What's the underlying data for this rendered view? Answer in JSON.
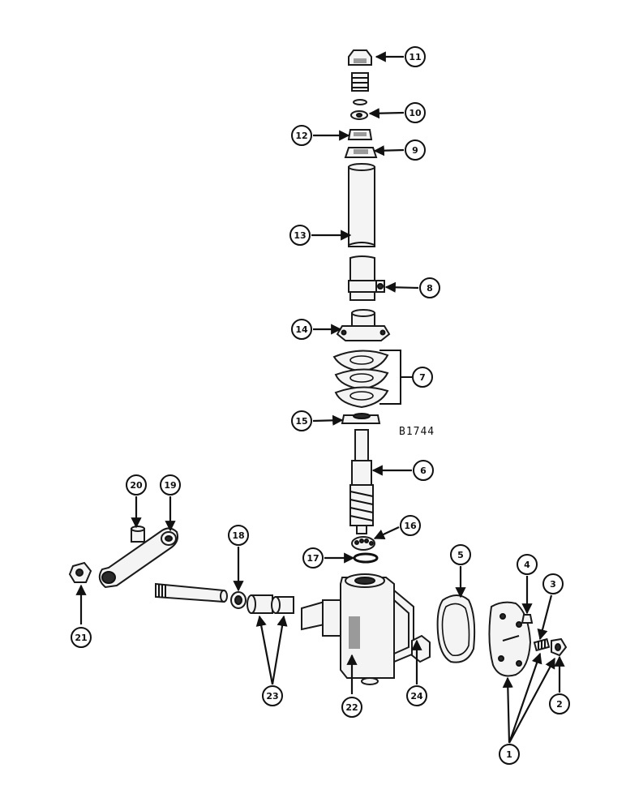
{
  "drawing_ref": "B1744",
  "callouts": [
    {
      "id": "c1",
      "label": "1"
    },
    {
      "id": "c2",
      "label": "2"
    },
    {
      "id": "c3",
      "label": "3"
    },
    {
      "id": "c4",
      "label": "4"
    },
    {
      "id": "c5",
      "label": "5"
    },
    {
      "id": "c6",
      "label": "6"
    },
    {
      "id": "c7",
      "label": "7"
    },
    {
      "id": "c8",
      "label": "8"
    },
    {
      "id": "c9",
      "label": "9"
    },
    {
      "id": "c10",
      "label": "10"
    },
    {
      "id": "c11",
      "label": "11"
    },
    {
      "id": "c12",
      "label": "12"
    },
    {
      "id": "c13",
      "label": "13"
    },
    {
      "id": "c14",
      "label": "14"
    },
    {
      "id": "c15",
      "label": "15"
    },
    {
      "id": "c16",
      "label": "16"
    },
    {
      "id": "c17",
      "label": "17"
    },
    {
      "id": "c18",
      "label": "18"
    },
    {
      "id": "c19",
      "label": "19"
    },
    {
      "id": "c20",
      "label": "20"
    },
    {
      "id": "c21",
      "label": "21"
    },
    {
      "id": "c22",
      "label": "22"
    },
    {
      "id": "c23",
      "label": "23"
    },
    {
      "id": "c24",
      "label": "24"
    }
  ]
}
